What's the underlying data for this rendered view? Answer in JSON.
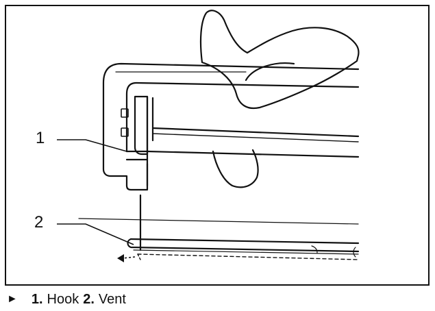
{
  "callouts": [
    {
      "number": "1"
    },
    {
      "number": "2"
    }
  ],
  "caption": {
    "marker": "►",
    "items": [
      {
        "number": "1.",
        "label": "Hook"
      },
      {
        "number": "2.",
        "label": "Vent"
      }
    ]
  },
  "colors": {
    "line": "#111111",
    "background": "#ffffff"
  }
}
